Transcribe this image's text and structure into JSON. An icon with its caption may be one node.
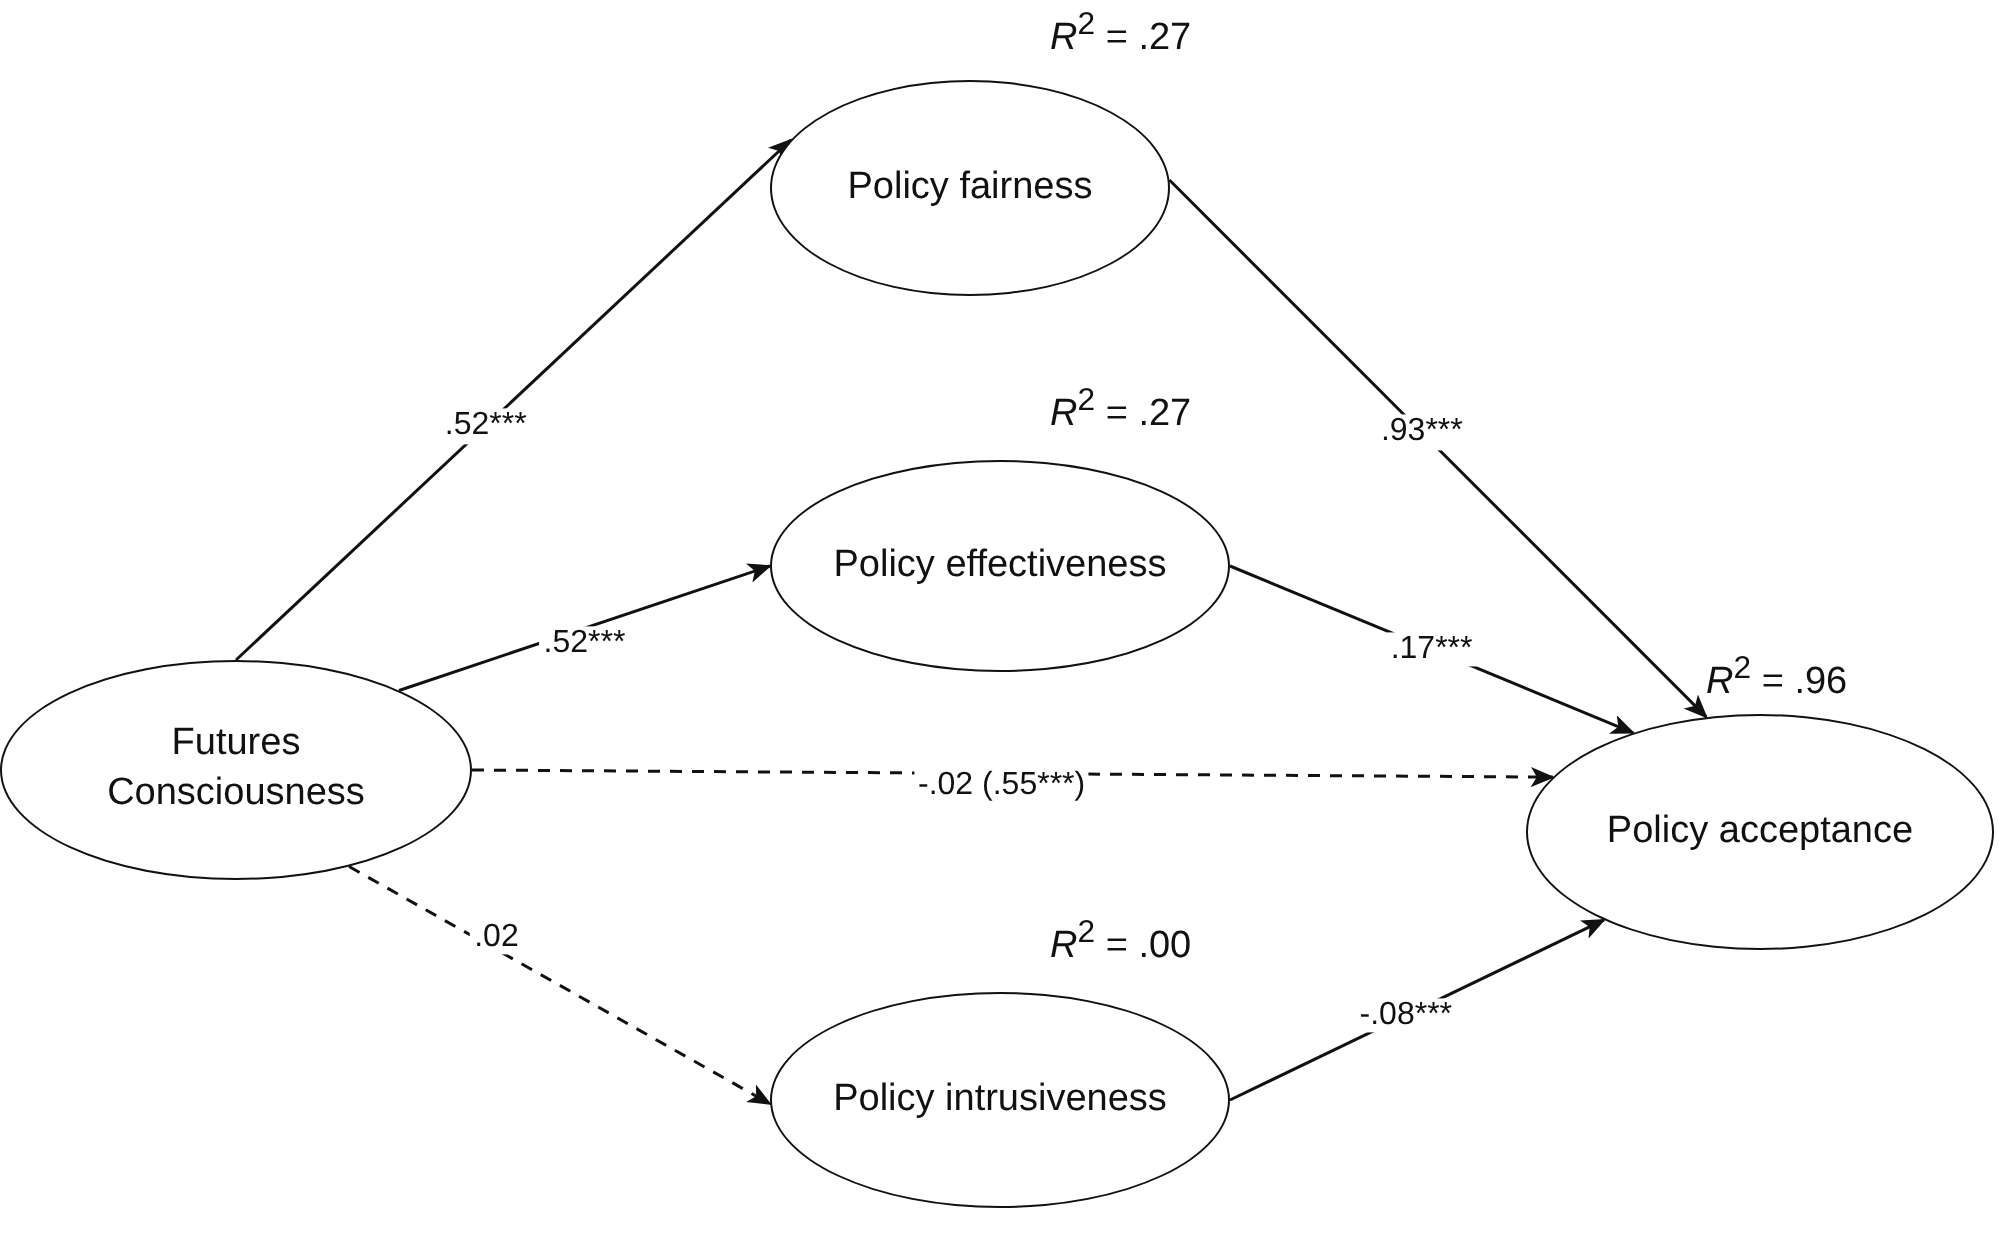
{
  "diagram": {
    "nodes": [
      {
        "text": [
          "Futures Consciousness"
        ]
      },
      {
        "text": [
          "Policy fairness"
        ],
        "beside": [
          "*R*$^{2}$ = .27"
        ]
      },
      {
        "text": [
          "Policy effectiveness"
        ],
        "beside": [
          "*R*$^{2}$ = .27"
        ]
      },
      {
        "text": [
          "Policy acceptance"
        ],
        "beside": [
          "*R*$^{2}$ = .96"
        ]
      },
      {
        "text": [
          "Policy intrusiveness"
        ],
        "beside": [
          "*R*$^{2}$ = .00"
        ]
      }
    ],
    "edges": [
      {
        "from": 0,
        "to": 1,
        "arrow": "to",
        "label": ".52***"
      },
      {
        "from": 0,
        "to": 2,
        "arrow": "to",
        "label": ".52***"
      },
      {
        "from": 0,
        "to": 3,
        "arrow": "to",
        "label": "-.02 (.55***)",
        "style": "dashed"
      },
      {
        "from": 0,
        "to": 4,
        "arrow": "to",
        "label": ".02",
        "style": "dashed"
      },
      {
        "from": 1,
        "to": 3,
        "arrow": "to",
        "label": ".93***"
      },
      {
        "from": 2,
        "to": 3,
        "arrow": "to",
        "label": ".17***"
      },
      {
        "from": 4,
        "to": 3,
        "arrow": "to",
        "label": "-.08***"
      }
    ]
  }
}
